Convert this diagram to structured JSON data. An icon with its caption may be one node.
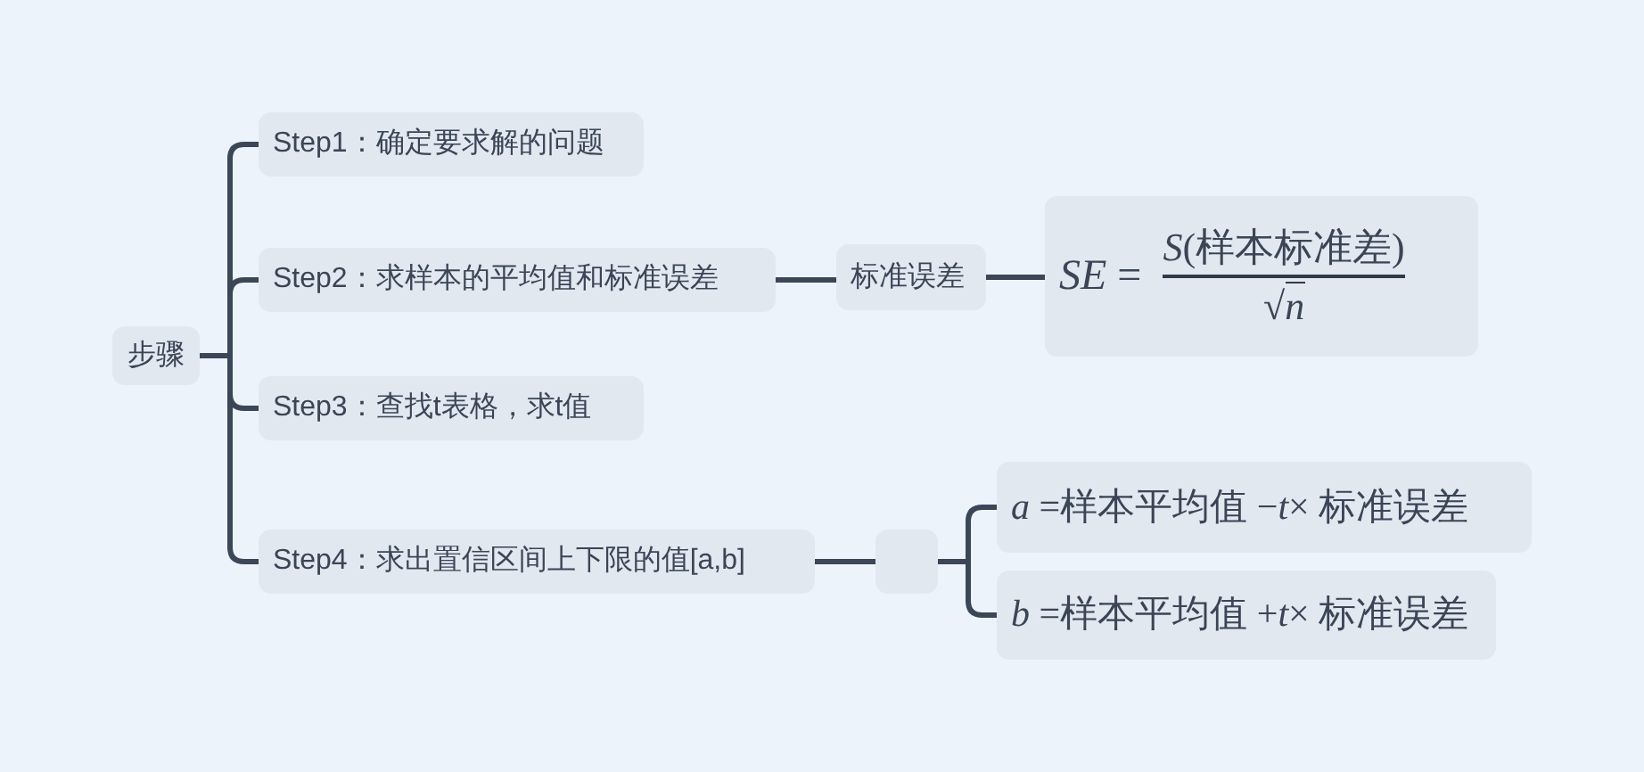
{
  "diagram": {
    "nodes": [
      {
        "text": [
          "步骤"
        ]
      },
      {
        "text": [
          "Step1：确定要求解的问题"
        ]
      },
      {
        "text": [
          "Step2：求样本的平均值和标准误差"
        ]
      },
      {
        "text": [
          "Step3：查找t表格，求t值"
        ]
      },
      {
        "text": [
          "Step4：求出置信区间上下限的值[a,b]"
        ]
      },
      {
        "text": [
          "标准误差"
        ]
      },
      {
        "text": [
          "*SE* =",
          "*S*(样本标准差)",
          "√*n*"
        ]
      },
      {
        "text": [],
        "shape": "box"
      },
      {
        "text": [
          "*a* =样本平均值 −*t*× 标准误差"
        ]
      },
      {
        "text": [
          "*b* =样本平均值 +*t*× 标准误差"
        ]
      }
    ],
    "edges": [
      {
        "from": 0,
        "to": 1,
        "arrow": "none"
      },
      {
        "from": 0,
        "to": 2,
        "arrow": "none"
      },
      {
        "from": 0,
        "to": 3,
        "arrow": "none"
      },
      {
        "from": 0,
        "to": 4,
        "arrow": "none"
      },
      {
        "from": 2,
        "to": 5,
        "arrow": "none"
      },
      {
        "from": 5,
        "to": 6,
        "arrow": "none"
      },
      {
        "from": 4,
        "to": 7,
        "arrow": "none"
      },
      {
        "from": 7,
        "to": 8,
        "arrow": "none"
      },
      {
        "from": 7,
        "to": 9,
        "arrow": "none"
      }
    ]
  }
}
